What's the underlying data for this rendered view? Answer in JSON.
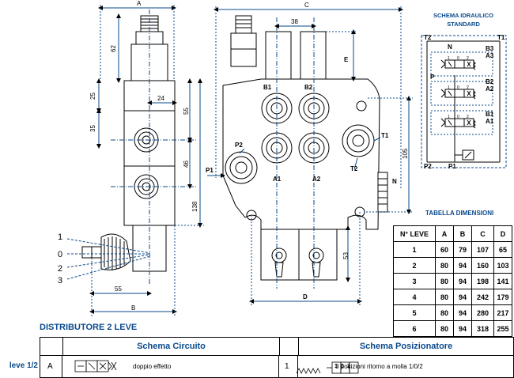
{
  "top_view": {
    "dim_A": "A",
    "dim_62": "62",
    "dim_25": "25",
    "dim_24": "24",
    "dim_35": "35",
    "dim_55_right": "55",
    "dim_46": "46",
    "dim_138": "138",
    "dim_55_bottom": "55",
    "dim_B": "B",
    "lever_positions": [
      "1",
      "0",
      "2",
      "3"
    ]
  },
  "front_view": {
    "dim_C": "C",
    "dim_38": "38",
    "dim_E": "E",
    "dim_105": "105",
    "dim_53": "53",
    "dim_D": "D",
    "ports": {
      "B1": "B1",
      "B2": "B2",
      "P2": "P2",
      "P1": "P1",
      "A1": "A1",
      "A2": "A2",
      "T1": "T1",
      "T2": "T2",
      "N": "N"
    }
  },
  "hydraulic_scheme": {
    "title_line1": "SCHEMA IDRAULICO",
    "title_line2": "STANDARD",
    "labels": {
      "T2": "T2",
      "T1": "T1",
      "N": "N",
      "B3": "B3",
      "A3": "A3",
      "P": "P",
      "B2": "B2",
      "A2": "A2",
      "B1": "B1",
      "A1": "A1",
      "P2": "P2",
      "P1": "P1"
    },
    "spool_marks": [
      "1",
      "0",
      "2"
    ]
  },
  "dimension_table": {
    "title": "TABELLA DIMENSIONI",
    "headers": [
      "N° LEVE",
      "A",
      "B",
      "C",
      "D"
    ],
    "rows": [
      [
        "1",
        "60",
        "79",
        "107",
        "65"
      ],
      [
        "2",
        "80",
        "94",
        "160",
        "103"
      ],
      [
        "3",
        "80",
        "94",
        "198",
        "141"
      ],
      [
        "4",
        "80",
        "94",
        "242",
        "179"
      ],
      [
        "5",
        "80",
        "94",
        "280",
        "217"
      ],
      [
        "6",
        "80",
        "94",
        "318",
        "255"
      ]
    ]
  },
  "bottom_table": {
    "title": "DISTRIBUTORE 2 LEVE",
    "header_circuit": "Schema Circuito",
    "header_positioner": "Schema Posizionatore",
    "row_label": "leve 1/2",
    "circuit_code": "A",
    "circuit_desc": "doppio effetto",
    "positioner_code": "1",
    "positioner_desc": "3 posizioni ritorno a molla 1/0/2",
    "positioner_marks": [
      "1",
      "0",
      "2"
    ]
  },
  "colors": {
    "accent": "#0a4a8c",
    "line": "#000000"
  }
}
